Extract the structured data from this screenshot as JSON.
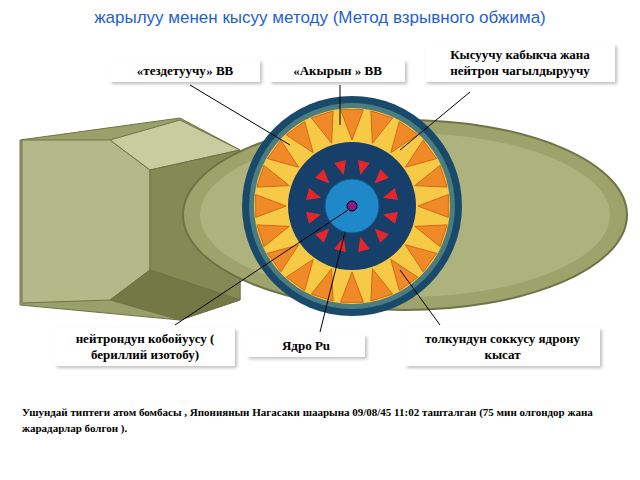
{
  "diagram": {
    "title": "жарылуу менен кысуу методу (Метод взрывного обжима)",
    "nodes": [
      {
        "text": [
          "«тездетуучу» ВВ"
        ]
      },
      {
        "text": [
          "«Акырын » ВВ"
        ]
      },
      {
        "text": [
          "Кысуучу кабыкча жана нейтрон чагылдыруучу"
        ]
      },
      {
        "text": [
          "нейтрондун кобойуусу ( бериллий изотобу)"
        ]
      },
      {
        "text": [
          "Ядро Pu"
        ]
      },
      {
        "text": [
          "толкундун соккусу ядрону кысат"
        ]
      }
    ],
    "caption": "Ушундай типтеги атом бомбасы , Япониянын Нагасаки шаарына 09/08/45 11:02 ташталган (75 мин олгондор жана жарадарлар болгон )."
  }
}
